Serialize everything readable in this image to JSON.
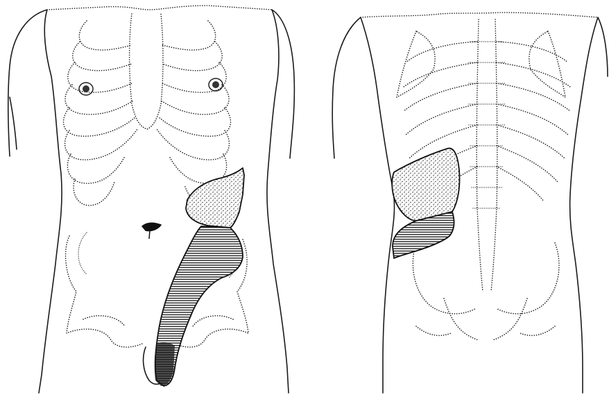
{
  "figure": {
    "views": [
      "anterior",
      "posterior"
    ],
    "regions": [
      {
        "name": "upper-region",
        "pattern": "stipple"
      },
      {
        "name": "lower-region",
        "pattern": "hatch"
      }
    ]
  },
  "colors": {
    "ink": "#1a1a1a",
    "background": "#ffffff"
  }
}
